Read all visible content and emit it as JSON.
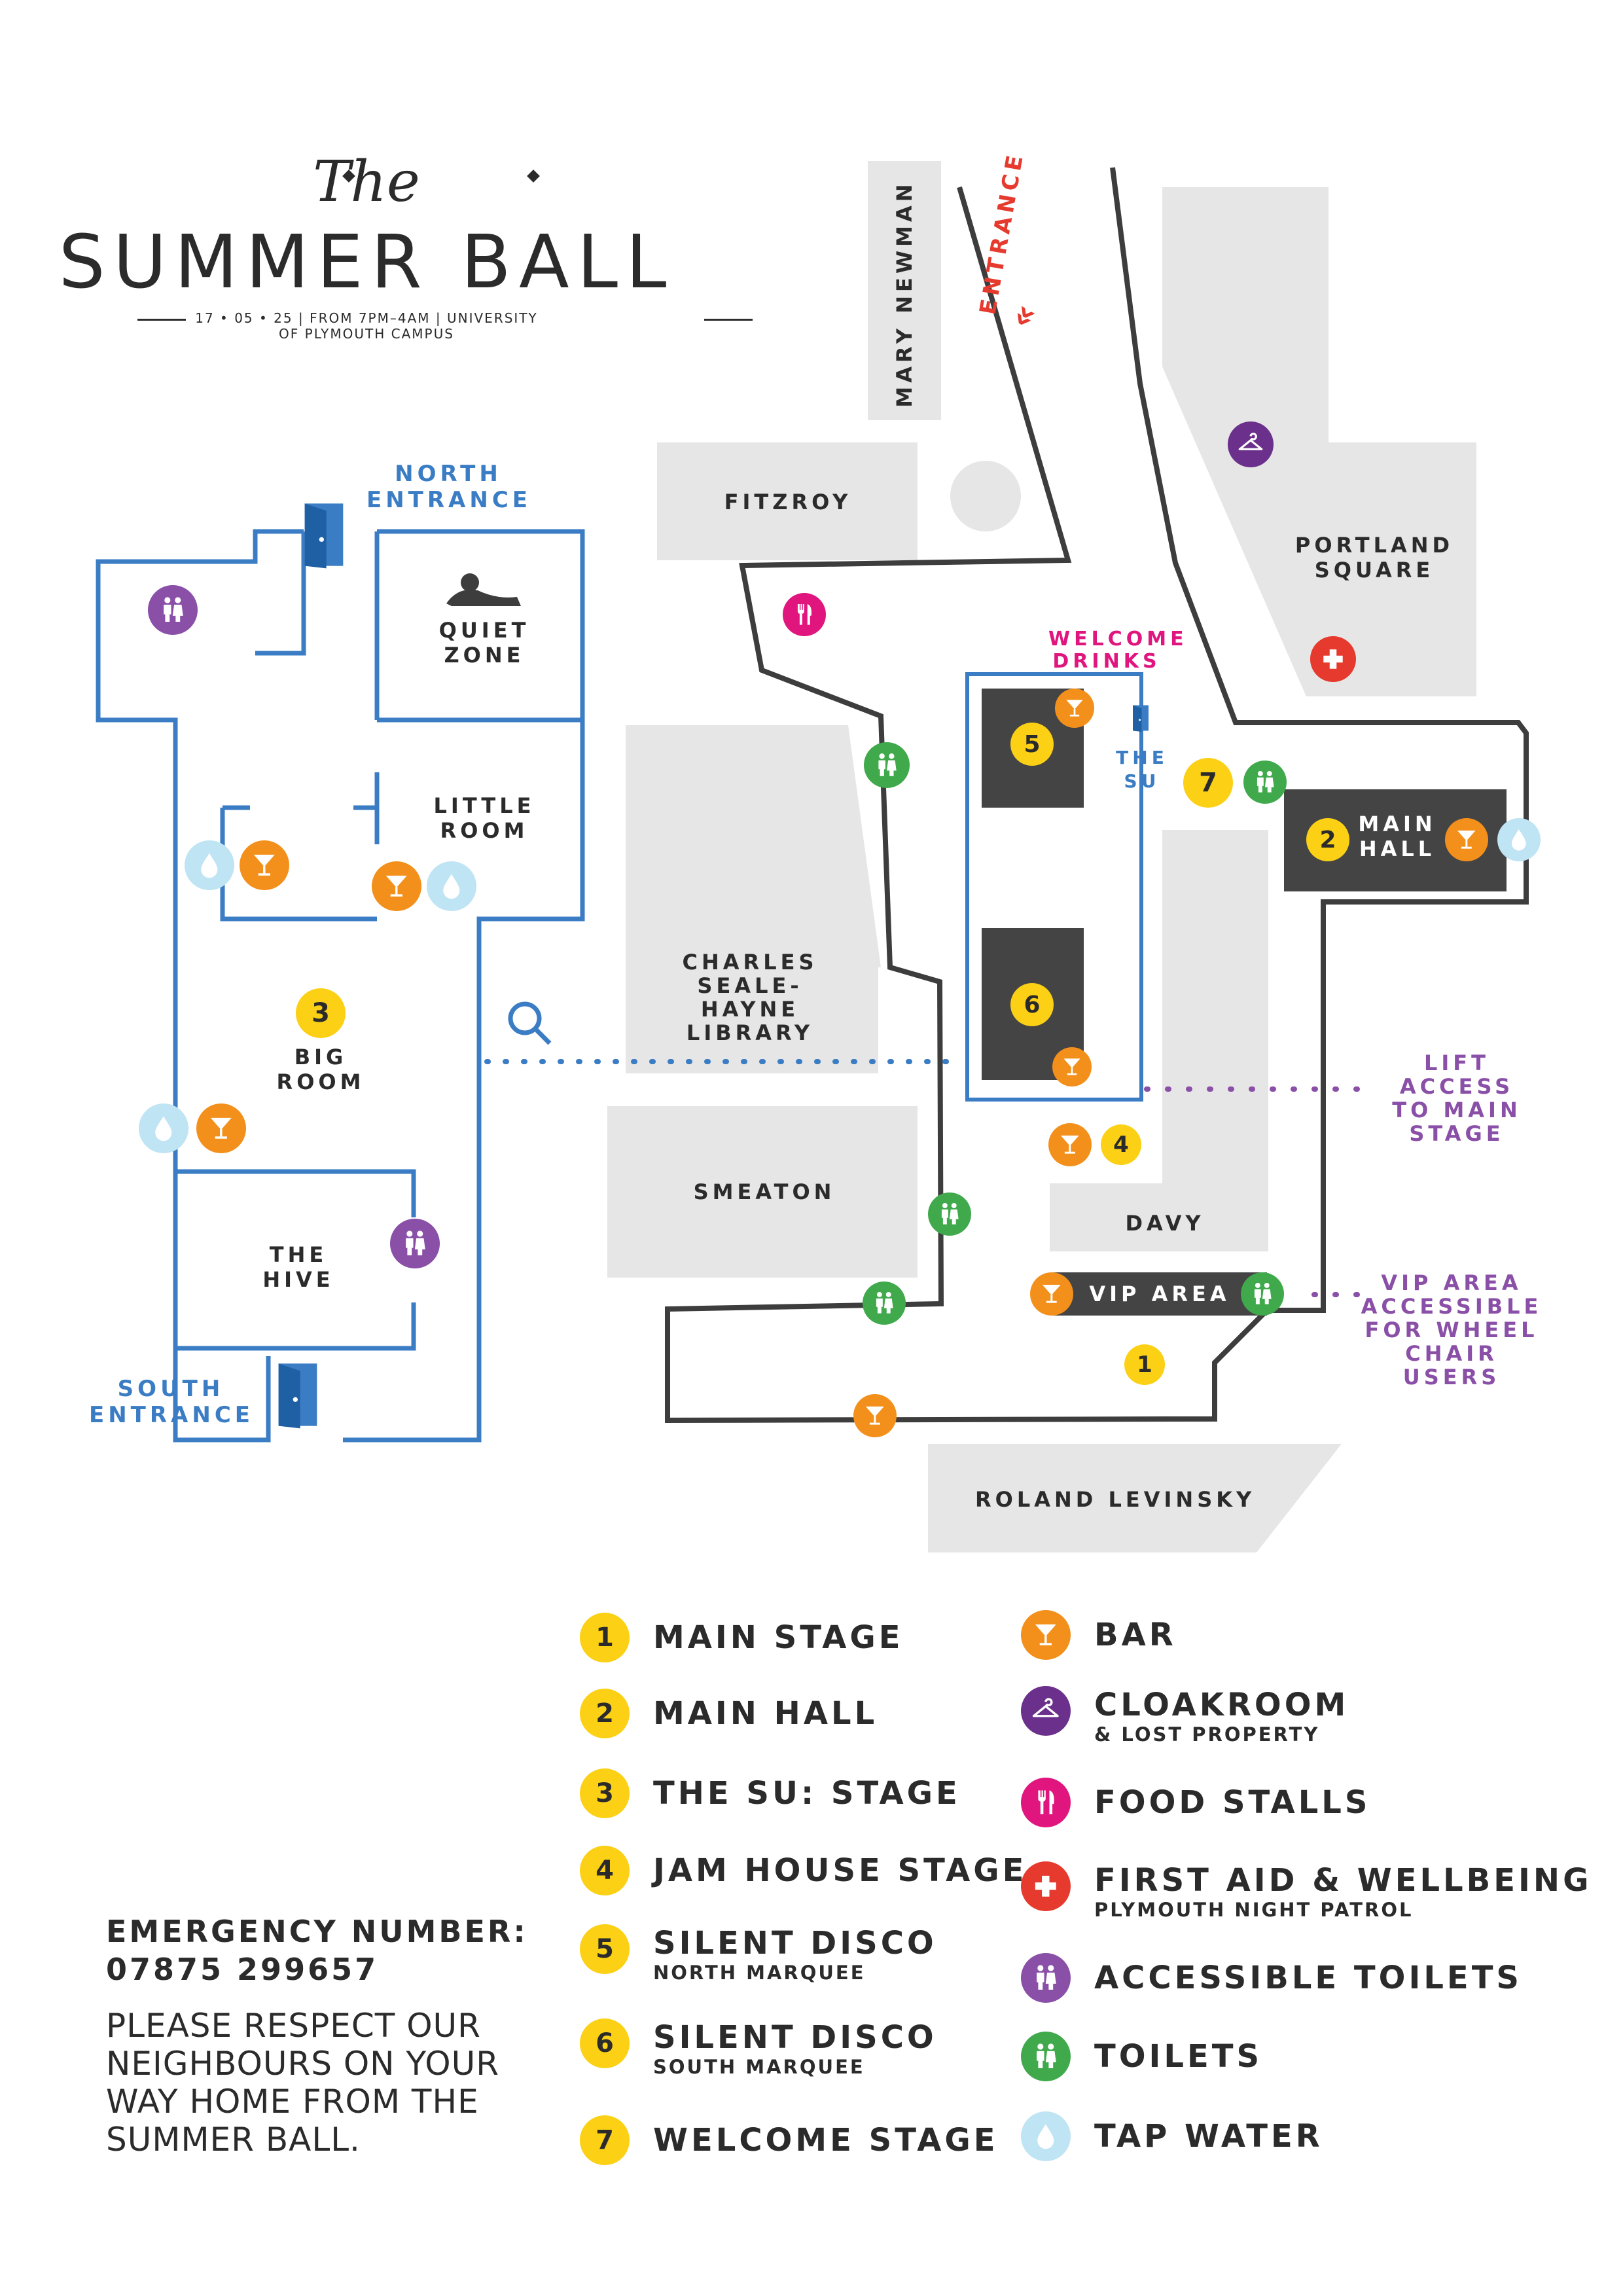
{
  "header": {
    "the": "The",
    "title": "SUMMER BALL",
    "subtitle": "17 • 05 • 25 | FROM 7PM–4AM | UNIVERSITY OF PLYMOUTH CAMPUS"
  },
  "colors": {
    "stage_yellow": "#fbd015",
    "bar_orange": "#f3901c",
    "toilets_green": "#3fa94b",
    "accessible_purple": "#8a4fa7",
    "tap_water_blue": "#bfe4f4",
    "food_pink": "#e0157e",
    "first_aid_red": "#e63a2e",
    "cloakroom_purple": "#6b2f8c",
    "su_building_blue": "#3b7dc4",
    "building_grey": "#e6e6e6",
    "marquee_dark": "#444444"
  },
  "map": {
    "buildings": {
      "mary_newman": "MARY NEWMAN",
      "fitzroy": "FITZROY",
      "portland_square": "PORTLAND SQUARE",
      "charles_seale_hayne": "CHARLES SEALE-HAYNE LIBRARY",
      "smeaton": "SMEATON",
      "davy": "DAVY",
      "roland_levinsky": "ROLAND LEVINSKY"
    },
    "entrance": "ENTRANCE",
    "welcome_drinks": "WELCOME DRINKS",
    "the_su": "THE SU",
    "main_hall": "MAIN HALL",
    "vip_area": "VIP AREA",
    "lift_access": "LIFT ACCESS TO MAIN STAGE",
    "vip_note": "VIP AREA ACCESSIBLE FOR WHEEL CHAIR USERS",
    "su_plan": {
      "north_entrance": "NORTH ENTRANCE",
      "south_entrance": "SOUTH ENTRANCE",
      "quiet_zone": "QUIET ZONE",
      "little_room": "LITTLE ROOM",
      "big_room": "BIG ROOM",
      "the_hive": "THE HIVE"
    },
    "stage_numbers": [
      "1",
      "2",
      "3",
      "4",
      "5",
      "6",
      "7"
    ]
  },
  "legend": {
    "stages": [
      {
        "num": "1",
        "label": "MAIN STAGE",
        "sub": ""
      },
      {
        "num": "2",
        "label": "MAIN HALL",
        "sub": ""
      },
      {
        "num": "3",
        "label": "THE SU: STAGE",
        "sub": ""
      },
      {
        "num": "4",
        "label": "JAM HOUSE STAGE",
        "sub": ""
      },
      {
        "num": "5",
        "label": "SILENT DISCO",
        "sub": "NORTH MARQUEE"
      },
      {
        "num": "6",
        "label": "SILENT DISCO",
        "sub": "SOUTH MARQUEE"
      },
      {
        "num": "7",
        "label": "WELCOME STAGE",
        "sub": ""
      }
    ],
    "facilities": [
      {
        "icon": "bar-icon",
        "label": "BAR",
        "sub": ""
      },
      {
        "icon": "cloakroom-icon",
        "label": "CLOAKROOM",
        "sub": "& LOST PROPERTY"
      },
      {
        "icon": "food-icon",
        "label": "FOOD STALLS",
        "sub": ""
      },
      {
        "icon": "first-aid-icon",
        "label": "FIRST AID & WELLBEING",
        "sub": "PLYMOUTH NIGHT PATROL"
      },
      {
        "icon": "accessible-toilets-icon",
        "label": "ACCESSIBLE TOILETS",
        "sub": ""
      },
      {
        "icon": "toilets-icon",
        "label": "TOILETS",
        "sub": ""
      },
      {
        "icon": "tap-water-icon",
        "label": "TAP WATER",
        "sub": ""
      }
    ]
  },
  "emergency": {
    "label": "EMERGENCY NUMBER:",
    "number": "07875 299657"
  },
  "note": "PLEASE RESPECT OUR NEIGHBOURS ON YOUR WAY HOME FROM THE SUMMER BALL."
}
